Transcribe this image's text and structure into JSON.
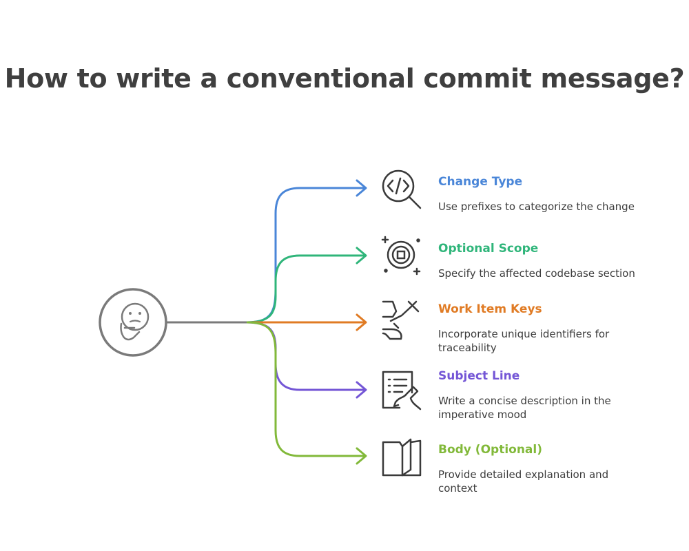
{
  "title": "How to write a conventional commit message?",
  "center_icon": "thinking-face-icon",
  "items": [
    {
      "heading": "Change Type",
      "description": "Use prefixes to categorize the change",
      "color": "#4a86d8",
      "icon": "code-search-icon"
    },
    {
      "heading": "Optional Scope",
      "description": "Specify the affected codebase section",
      "color": "#2fb57a",
      "icon": "target-icon"
    },
    {
      "heading": "Work Item Keys",
      "description": "Incorporate unique identifiers for traceability",
      "color": "#e07b24",
      "icon": "puzzle-key-icon"
    },
    {
      "heading": "Subject Line",
      "description": "Write a concise description in the imperative mood",
      "color": "#7456d6",
      "icon": "writing-document-icon"
    },
    {
      "heading": "Body (Optional)",
      "description": "Provide detailed explanation and context",
      "color": "#82b93a",
      "icon": "open-book-icon"
    }
  ]
}
